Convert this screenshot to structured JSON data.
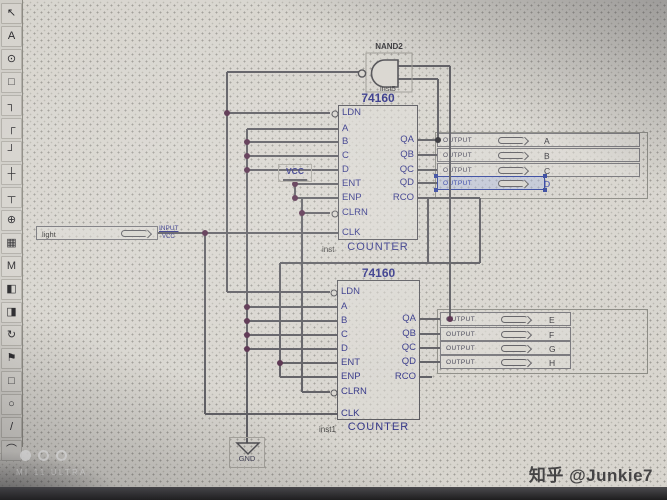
{
  "toolbar": {
    "tools": [
      {
        "name": "select-arrow-tool",
        "glyph": "↖"
      },
      {
        "name": "text-tool",
        "glyph": "A"
      },
      {
        "name": "pin-tool",
        "glyph": "⊙"
      },
      {
        "name": "symbol-tool",
        "glyph": "□"
      },
      {
        "name": "orthogonal-wire-tool",
        "glyph": "┐"
      },
      {
        "name": "diagonal-wire-tool",
        "glyph": "┌"
      },
      {
        "name": "wire-corner-tool",
        "glyph": "┘"
      },
      {
        "name": "orthogonal-node-tool",
        "glyph": "┼"
      },
      {
        "name": "diagonal-node-tool",
        "glyph": "┬"
      },
      {
        "name": "zoom-tool",
        "glyph": "⊕"
      },
      {
        "name": "full-screen-tool",
        "glyph": "▦"
      },
      {
        "name": "find-tool",
        "glyph": "M"
      },
      {
        "name": "flip-horizontal-tool",
        "glyph": "◧"
      },
      {
        "name": "flip-vertical-tool",
        "glyph": "◨"
      },
      {
        "name": "rotate-tool",
        "glyph": "↻"
      },
      {
        "name": "stamp-tool",
        "glyph": "⚑"
      },
      {
        "name": "rectangle-tool",
        "glyph": "□"
      },
      {
        "name": "ellipse-tool",
        "glyph": "○"
      },
      {
        "name": "line-tool",
        "glyph": "/"
      },
      {
        "name": "arc-tool",
        "glyph": "⌒"
      }
    ]
  },
  "schematic": {
    "nand": {
      "label": "NAND2",
      "instance": "inst5"
    },
    "chips": [
      {
        "title": "74160",
        "footer": "COUNTER",
        "instance": "inst",
        "left_pins": [
          "LDN",
          "A",
          "B",
          "C",
          "D",
          "ENT",
          "ENP",
          "CLRN",
          "CLK"
        ],
        "right_pins": [
          "QA",
          "QB",
          "QC",
          "QD",
          "RCO"
        ]
      },
      {
        "title": "74160",
        "footer": "COUNTER",
        "instance": "inst1",
        "left_pins": [
          "LDN",
          "A",
          "B",
          "C",
          "D",
          "ENT",
          "ENP",
          "CLRN",
          "CLK"
        ],
        "right_pins": [
          "QA",
          "QB",
          "QC",
          "QD",
          "RCO"
        ]
      }
    ],
    "input_pin": {
      "name": "light",
      "type": "INPUT",
      "default": "VCC"
    },
    "power": {
      "vcc": "VCC",
      "gnd": "GND"
    },
    "outputs": {
      "label": "OUTPUT",
      "group1": [
        "A",
        "B",
        "C",
        "D"
      ],
      "group2": [
        "E",
        "F",
        "G",
        "H"
      ],
      "selected": "D"
    },
    "colors": {
      "pin_text": "#272a86",
      "wire": "#55555c",
      "selection": "#2b3f9e",
      "junction": "#4c2142"
    }
  },
  "camera_ui": {
    "device": "MI 11 ULTRA"
  },
  "watermark": {
    "text": "知乎 @Junkie7"
  }
}
